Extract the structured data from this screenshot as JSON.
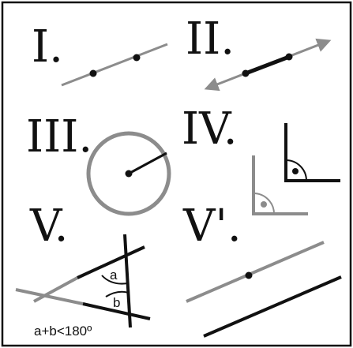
{
  "labels": {
    "p1": "I.",
    "p2": "II.",
    "p3": "III.",
    "p4": "IV.",
    "p5": "V.",
    "p5prime": "V'."
  },
  "angle_labels": {
    "a": "a",
    "b": "b"
  },
  "caption": "a+b<180º",
  "colors": {
    "black": "#111111",
    "gray": "#8c8c8c",
    "background": "#ffffff"
  }
}
